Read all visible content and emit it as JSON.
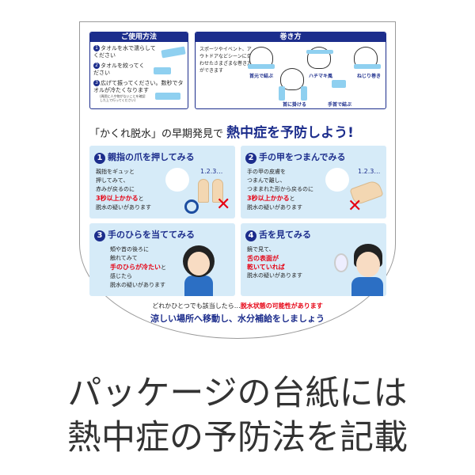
{
  "usage": {
    "title": "ご使用方法",
    "steps": [
      {
        "num": "1",
        "text": "タオルを水で濡らしてください"
      },
      {
        "num": "2",
        "text": "タオルを絞ってください"
      },
      {
        "num": "3",
        "text": "広げて振ってください。数秒でタオルが冷たくなります",
        "note": "(周囲に人や物がないことを確認した上で行ってください)"
      }
    ]
  },
  "wrap": {
    "title": "巻き方",
    "description": "スポーツやイベント、アウトドアなどシーンに合わせたさまざまな巻き方ができます",
    "styles": [
      "首元で結ぶ",
      "首に掛ける",
      "ハチマキ風",
      "手首で結ぶ",
      "ねじり巻き"
    ]
  },
  "headline": {
    "prefix": "「かくれ脱水」の早期発見で",
    "emphasis": "熱中症を予防しよう!"
  },
  "checks": [
    {
      "num": "1",
      "title": "親指の爪を押してみる",
      "lines": [
        "親指をギュッと",
        "押してみて、",
        "赤みが戻るのに"
      ],
      "highlight": "3秒以上かかる",
      "after": "と",
      "last": "脱水の疑いがあります",
      "count": "1.2.3…"
    },
    {
      "num": "2",
      "title": "手の甲をつまんでみる",
      "lines": [
        "手の甲の皮膚を",
        "つまんで離し、",
        "つままれた形から戻るのに"
      ],
      "highlight": "3秒以上かかる",
      "after": "と",
      "last": "脱水の疑いがあります",
      "count": "1.2.3…"
    },
    {
      "num": "3",
      "title": "手のひらを当ててみる",
      "lines": [
        "頬や首の後ろに",
        "触れてみて"
      ],
      "highlight": "手のひらが冷たい",
      "after": "と",
      "lines2": [
        "感じたら",
        "脱水の疑いがあります"
      ]
    },
    {
      "num": "4",
      "title": "舌を見てみる",
      "lines": [
        "鏡で見て、"
      ],
      "highlight": "舌の表面が",
      "highlight2": "乾いていれば",
      "last": "脱水の疑いがあります"
    }
  ],
  "footer": {
    "line1": "どれかひとつでも該当したら…",
    "line1_red": "脱水状態の可能性があります",
    "line2": "涼しい場所へ移動し、水分補給をしましょう"
  },
  "caption": {
    "line1": "パッケージの台紙には",
    "line2": "熱中症の予防法を記載"
  },
  "colors": {
    "navy": "#1c2d8c",
    "red": "#e60012",
    "panel": "#d6ebf8",
    "towel": "#8fd0f0"
  }
}
